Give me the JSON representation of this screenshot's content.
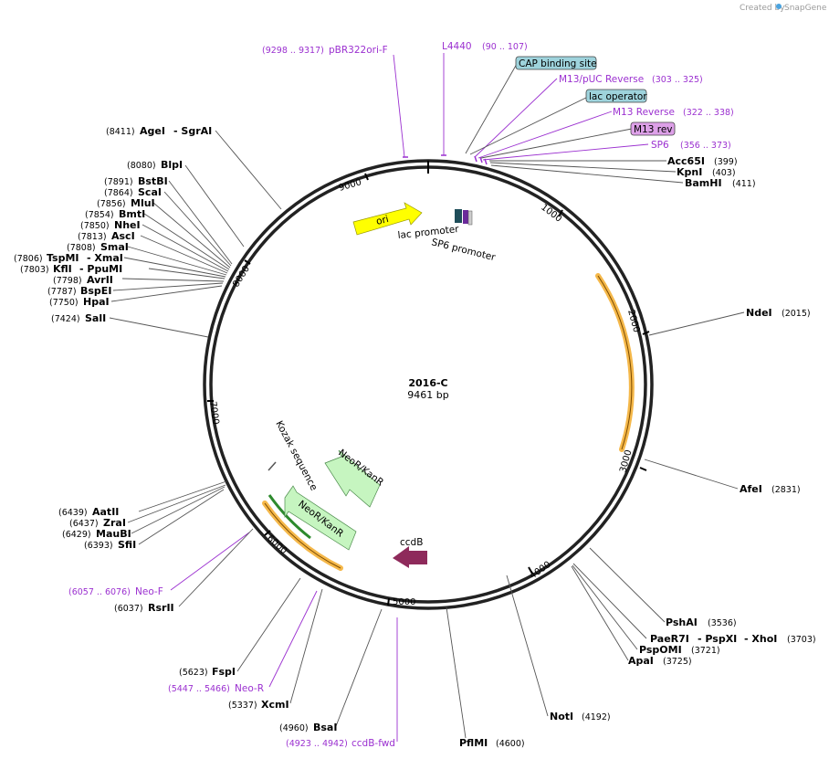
{
  "credit": {
    "created_by": "Created by",
    "brand": "SnapGene"
  },
  "plasmid": {
    "name": "2016-C",
    "size_label": "9461 bp",
    "total_bp": 9461
  },
  "ticks": [
    "1000",
    "2000",
    "3000",
    "4000",
    "5000",
    "6000",
    "7000",
    "8000",
    "9000"
  ],
  "sites": [
    {
      "name": "AgeI",
      "name2": "SgrAI",
      "pos": "(8411)"
    },
    {
      "name": "BlpI",
      "pos": "(8080)"
    },
    {
      "name": "BstBI",
      "pos": "(7891)"
    },
    {
      "name": "ScaI",
      "pos": "(7864)"
    },
    {
      "name": "MluI",
      "pos": "(7856)"
    },
    {
      "name": "BmtI",
      "pos": "(7854)"
    },
    {
      "name": "NheI",
      "pos": "(7850)"
    },
    {
      "name": "AscI",
      "pos": "(7813)"
    },
    {
      "name": "SmaI",
      "pos": "(7808)"
    },
    {
      "name": "TspMI",
      "name2": "XmaI",
      "pos": "(7806)"
    },
    {
      "name": "KflI",
      "name2": "PpuMI",
      "pos": "(7803)"
    },
    {
      "name": "AvrII",
      "pos": "(7798)"
    },
    {
      "name": "BspEI",
      "pos": "(7787)"
    },
    {
      "name": "HpaI",
      "pos": "(7750)"
    },
    {
      "name": "SalI",
      "pos": "(7424)"
    },
    {
      "name": "AatII",
      "pos": "(6439)"
    },
    {
      "name": "ZraI",
      "pos": "(6437)"
    },
    {
      "name": "MauBI",
      "pos": "(6429)"
    },
    {
      "name": "SfiI",
      "pos": "(6393)"
    },
    {
      "name": "RsrII",
      "pos": "(6037)"
    },
    {
      "name": "FspI",
      "pos": "(5623)"
    },
    {
      "name": "XcmI",
      "pos": "(5337)"
    },
    {
      "name": "BsaI",
      "pos": "(4960)"
    },
    {
      "name": "PflMI",
      "pos": "(4600)"
    },
    {
      "name": "NotI",
      "pos": "(4192)"
    },
    {
      "name": "ApaI",
      "pos": "(3725)"
    },
    {
      "name": "PspOMI",
      "pos": "(3721)"
    },
    {
      "name": "PaeR7I",
      "name2": "PspXI",
      "name3": "XhoI",
      "pos": "(3703)"
    },
    {
      "name": "PshAI",
      "pos": "(3536)"
    },
    {
      "name": "AfeI",
      "pos": "(2831)"
    },
    {
      "name": "NdeI",
      "pos": "(2015)"
    },
    {
      "name": "Acc65I",
      "pos": "(399)"
    },
    {
      "name": "KpnI",
      "pos": "(403)"
    },
    {
      "name": "BamHI",
      "pos": "(411)"
    }
  ],
  "primers": [
    {
      "name": "pBR322ori-F",
      "range": "(9298 .. 9317)"
    },
    {
      "name": "L4440",
      "range": "(90 .. 107)"
    },
    {
      "name": "M13/pUC Reverse",
      "range": "(303 .. 325)"
    },
    {
      "name": "M13 Reverse",
      "range": "(322 .. 338)"
    },
    {
      "name": "SP6",
      "range": "(356 .. 373)"
    },
    {
      "name": "Neo-F",
      "range": "(6057 .. 6076)"
    },
    {
      "name": "Neo-R",
      "range": "(5447 .. 5466)"
    },
    {
      "name": "ccdB-fwd",
      "range": "(4923 .. 4942)"
    }
  ],
  "boxed_features": [
    {
      "name": "CAP binding site",
      "color": "#9ED3DC"
    },
    {
      "name": "lac operator",
      "color": "#9ED3DC"
    },
    {
      "name": "M13 rev",
      "color": "#DDA0E8"
    }
  ],
  "features": {
    "ori": "ori",
    "lac_promoter": "lac promoter",
    "sp6_promoter": "SP6 promoter",
    "kozak": "Kozak sequence",
    "neo1": "NeoR/KanR",
    "neo2": "NeoR/KanR",
    "ccdb": "ccdB"
  },
  "colors": {
    "ori": "#FFFF00",
    "neo": "#C6F5C0",
    "ccdb": "#8E2A5B",
    "orf": "#F5B84A",
    "primer": "#9B30D0",
    "promoter_dark": "#1F4E5A",
    "sp6": "#6B2A9B"
  }
}
